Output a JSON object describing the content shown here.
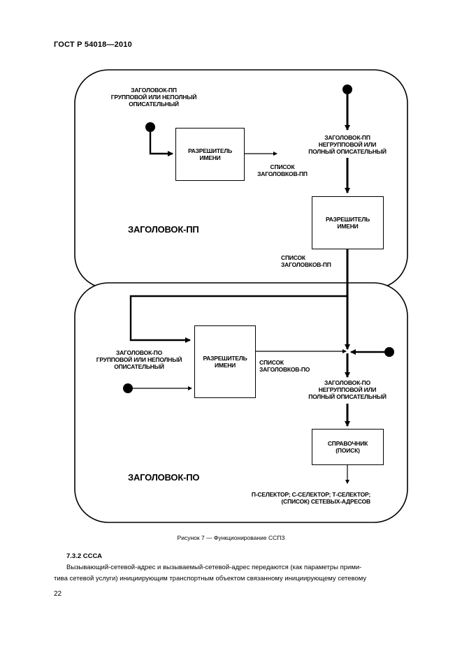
{
  "header": {
    "standard": "ГОСТ Р 54018—2010"
  },
  "figure": {
    "top_area": {
      "title": "ЗАГОЛОВОК-ПП",
      "input_group": [
        "ЗАГОЛОВОК-ПП",
        "ГРУППОВОЙ ИЛИ НЕПОЛНЫЙ",
        "ОПИСАТЕЛЬНЫЙ"
      ],
      "resolver_left": [
        "РАЗРЕШИТЕЛЬ",
        "ИМЕНИ"
      ],
      "output_left": [
        "СПИСОК",
        "ЗАГОЛОВКОВ-ПП"
      ],
      "input_nongroup": [
        "ЗАГОЛОВОК-ПП",
        "НЕГРУППОВОЙ ИЛИ",
        "ПОЛНЫЙ ОПИСАТЕЛЬНЫЙ"
      ],
      "resolver_right": [
        "РАЗРЕШИТЕЛЬ",
        "ИМЕНИ"
      ],
      "output_right": [
        "СПИСОК",
        "ЗАГОЛОВКОВ-ПП"
      ]
    },
    "bottom_area": {
      "title": "ЗАГОЛОВОК-ПО",
      "input_group": [
        "ЗАГОЛОВОК-ПО",
        "ГРУППОВОЙ ИЛИ НЕПОЛНЫЙ",
        "ОПИСАТЕЛЬНЫЙ"
      ],
      "resolver": [
        "РАЗРЕШИТЕЛЬ",
        "ИМЕНИ"
      ],
      "output": [
        "СПИСОК",
        "ЗАГОЛОВКОВ-ПО"
      ],
      "input_nongroup": [
        "ЗАГОЛОВОК-ПО",
        "НЕГРУППОВОЙ ИЛИ",
        "ПОЛНЫЙ ОПИСАТЕЛЬНЫЙ"
      ],
      "directory": [
        "СПРАВОЧНИК",
        "(ПОИСК)"
      ],
      "result": [
        "П-СЕЛЕКТОР; С-СЕЛЕКТОР; Т-СЕЛЕКТОР;",
        "(СПИСОК) СЕТЕВЫХ-АДРЕСОВ"
      ]
    },
    "caption": "Рисунок 7 — Функционирование ССПЗ"
  },
  "section": {
    "number_title": "7.3.2 СССА",
    "paragraph_line1": "Вызывающий-сетевой-адрес и вызываемый-сетевой-адрес передаются (как параметры прими-",
    "paragraph_line2": "тива сетевой услуги) инициирующим транспортным объектом связанному инициирующему сетевому"
  },
  "page_number": "22"
}
